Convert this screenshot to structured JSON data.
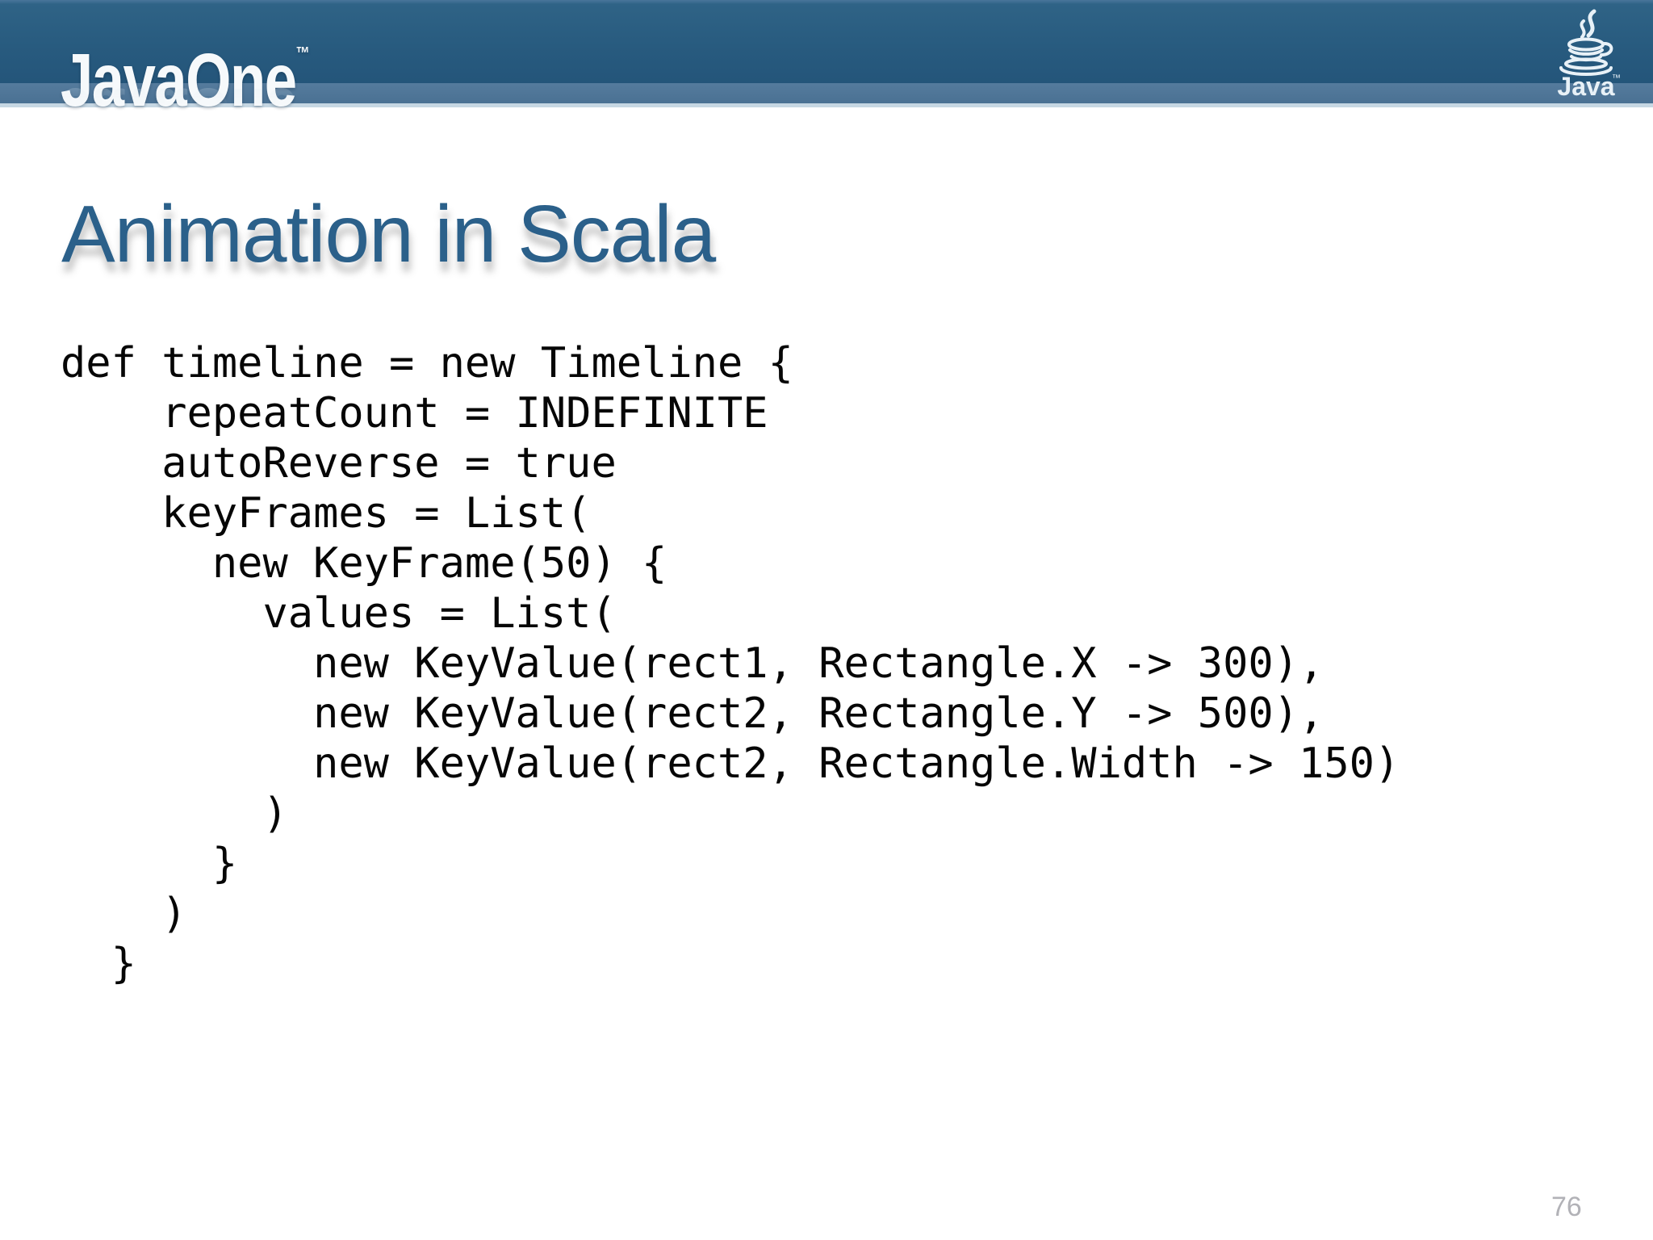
{
  "header": {
    "brand": "JavaOne",
    "brand_tm": "™",
    "java_label": "Java",
    "java_tm": "™"
  },
  "slide": {
    "title": "Animation in Scala",
    "page_number": "76"
  },
  "code": {
    "language": "scala",
    "lines": [
      "def timeline = new Timeline {",
      "    repeatCount = INDEFINITE",
      "    autoReverse = true",
      "    keyFrames = List(",
      "      new KeyFrame(50) {",
      "        values = List(",
      "          new KeyValue(rect1, Rectangle.X -> 300),",
      "          new KeyValue(rect2, Rectangle.Y -> 500),",
      "          new KeyValue(rect2, Rectangle.Width -> 150)",
      "        )",
      "      }",
      "    )",
      "  }"
    ]
  },
  "colors": {
    "header_blue": "#285b7f",
    "header_reflection_band": "#4d7496",
    "header_bottom_line": "#c6d7e3",
    "logo_white": "#f6f9fb",
    "title_blue": "#2b608a",
    "code_text": "#060606",
    "page_number_gray": "#b2b2b7"
  }
}
